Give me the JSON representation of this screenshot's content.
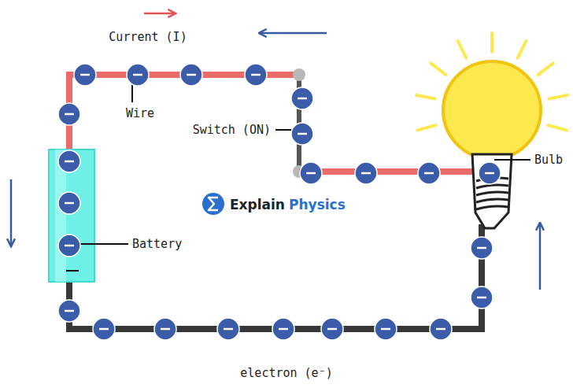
{
  "diagram": {
    "labels": [
      "Current (I)",
      "Wire",
      "Switch (ON)",
      "Bulb",
      "Battery",
      "Explain",
      "Physics",
      "electron (e⁻)"
    ]
  }
}
